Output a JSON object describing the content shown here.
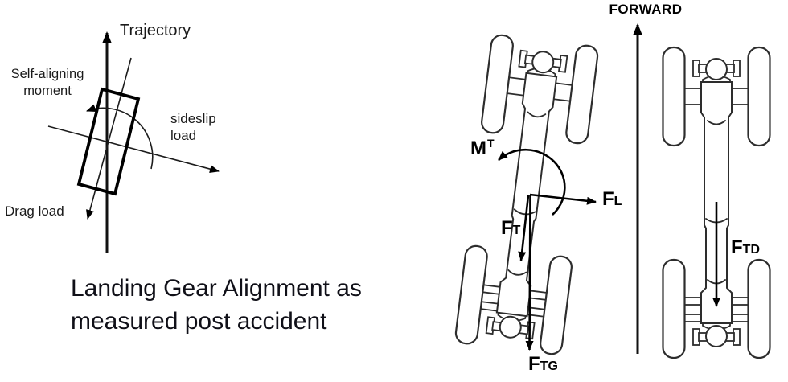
{
  "tire_diagram": {
    "trajectory": "Trajectory",
    "self_aligning_line1": "Self-aligning",
    "self_aligning_line2": "moment",
    "sideslip_line1": "sideslip",
    "sideslip_line2": "load",
    "drag": "Drag load"
  },
  "caption": {
    "line1": "Landing Gear Alignment as",
    "line2": "measured post accident"
  },
  "gear_diagram": {
    "forward": "FORWARD",
    "torsional_moment": {
      "main": "M",
      "sup": "T"
    },
    "lateral_force": {
      "main": "F",
      "sub": "L"
    },
    "tire_force": {
      "main": "F",
      "sub": "T"
    },
    "gear_force_ftg": {
      "main": "F",
      "sub": "TG"
    },
    "gear_force_ftd": {
      "main": "F",
      "sub": "TD"
    }
  },
  "colors": {
    "arrow_ink": "#000000",
    "drawing_outline": "#2d2d2d",
    "text": "#111111"
  }
}
